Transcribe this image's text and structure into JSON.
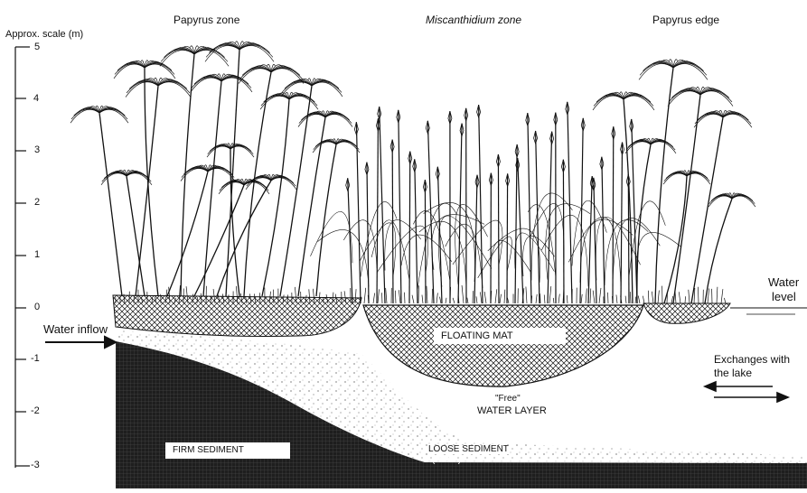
{
  "headers": {
    "papyrus_zone": "Papyrus zone",
    "miscanthidium_zone": "Miscanthidium zone",
    "papyrus_edge": "Papyrus edge"
  },
  "scale": {
    "title": "Approx. scale (m)",
    "ticks": [
      "5",
      "4",
      "3",
      "2",
      "1",
      "0",
      "-1",
      "-2",
      "-3"
    ]
  },
  "labels": {
    "water_inflow": "Water inflow",
    "water_level_1": "Water",
    "water_level_2": "level",
    "exchanges_1": "Exchanges with",
    "exchanges_2": "the lake",
    "floating_mat": "FLOATING MAT",
    "free_water_1": "\"Free\"",
    "free_water_2": "WATER LAYER",
    "firm_sediment": "FIRM SEDIMENT",
    "loose_sediment_1": "LOOSE SEDIMENT",
    "loose_sediment_2": "(PEAT)"
  },
  "colors": {
    "ink": "#111111",
    "sediment": "#2a2a2a",
    "background": "#ffffff"
  }
}
